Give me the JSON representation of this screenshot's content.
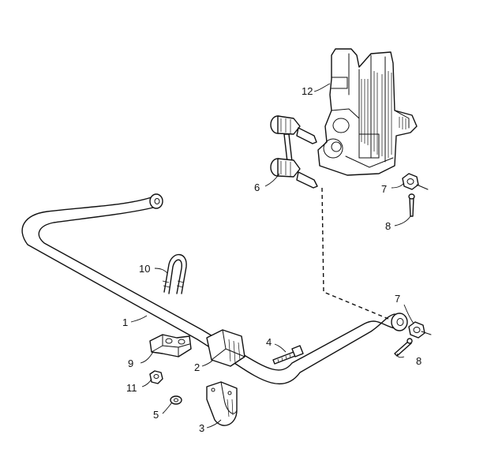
{
  "diagram": {
    "callouts": [
      {
        "id": "callout-1",
        "text": "1"
      },
      {
        "id": "callout-2",
        "text": "2"
      },
      {
        "id": "callout-3",
        "text": "3"
      },
      {
        "id": "callout-4",
        "text": "4"
      },
      {
        "id": "callout-5",
        "text": "5"
      },
      {
        "id": "callout-6",
        "text": "6"
      },
      {
        "id": "callout-7a",
        "text": "7"
      },
      {
        "id": "callout-7b",
        "text": "7"
      },
      {
        "id": "callout-8a",
        "text": "8"
      },
      {
        "id": "callout-8b",
        "text": "8"
      },
      {
        "id": "callout-9",
        "text": "9"
      },
      {
        "id": "callout-10",
        "text": "10"
      },
      {
        "id": "callout-11",
        "text": "11"
      },
      {
        "id": "callout-12",
        "text": "12"
      }
    ],
    "colors": {
      "ink": "#111111",
      "paper": "#ffffff"
    }
  }
}
